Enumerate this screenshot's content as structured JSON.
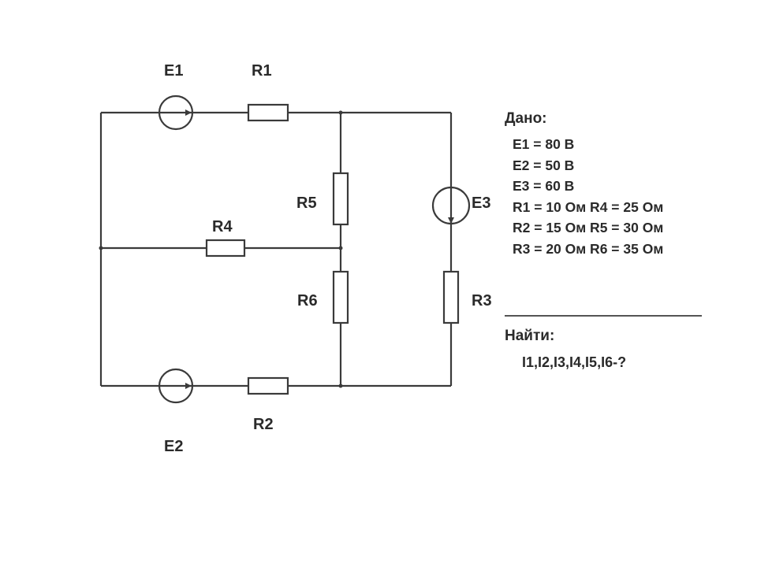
{
  "diagram": {
    "labels": {
      "E1": "E1",
      "R1": "R1",
      "R5": "R5",
      "E3": "E3",
      "R4": "R4",
      "R6": "R6",
      "R3": "R3",
      "E2": "E2",
      "R2": "R2"
    }
  },
  "given": {
    "title": "Дано:",
    "lines": [
      "E1 = 80 В",
      "E2 = 50 В",
      "E3 = 60 В",
      "R1 = 10 Ом R4 = 25 Ом",
      "R2 = 15 Ом R5 = 30 Ом",
      "R3 = 20 Ом R6 = 35 Ом"
    ]
  },
  "find": {
    "title": "Найти:",
    "value": "I1,I2,I3,I4,I5,I6-?"
  }
}
